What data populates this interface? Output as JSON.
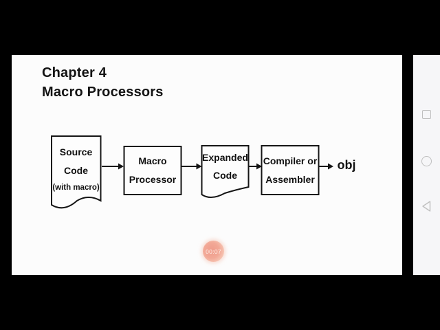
{
  "slide": {
    "title_lines": [
      "Chapter 4",
      "Macro Processors"
    ],
    "diagram": {
      "nodes": [
        {
          "shape": "document",
          "lines": [
            "Source",
            "Code",
            "(with macro)"
          ]
        },
        {
          "shape": "process",
          "lines": [
            "Macro",
            "Processor"
          ]
        },
        {
          "shape": "document",
          "lines": [
            "Expanded",
            "Code"
          ]
        },
        {
          "shape": "process",
          "lines": [
            "Compiler or",
            "Assembler"
          ]
        }
      ],
      "output_label": "obj"
    },
    "timer_badge": "00:07"
  },
  "navbar": {
    "icons": [
      {
        "name": "recents-icon",
        "glyph": "square-outline"
      },
      {
        "name": "home-icon",
        "glyph": "circle-outline"
      },
      {
        "name": "back-icon",
        "glyph": "triangle-left-outline"
      }
    ]
  },
  "colors": {
    "letterbox": "#000000",
    "slide_bg": "#fcfcfc",
    "ink": "#141414",
    "navbar_bg": "#f6f6f8",
    "nav_icon_stroke": "#bfbfbf",
    "timer_core": "#ef9c8b",
    "timer_edge": "#fadfd2",
    "timer_text": "#fff3ec"
  }
}
